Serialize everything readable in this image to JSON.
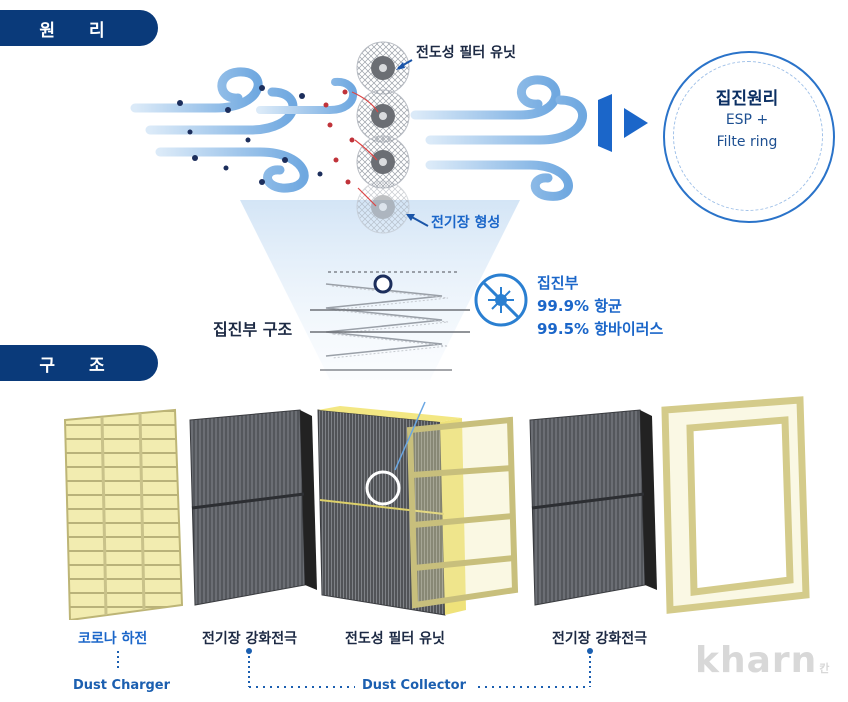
{
  "sections": {
    "principle": "원 리",
    "structure": "구 조"
  },
  "principle": {
    "unit_label": "전도성 필터 유닛",
    "field_label": "전기장 형성",
    "collector_structure_label": "집진부 구조",
    "badge": {
      "title": "집진원리",
      "line1": "ESP +",
      "line2": "Filte ring"
    },
    "collector_stats": {
      "title": "집진부",
      "stat1": "99.9% 항균",
      "stat2": "99.5% 항바이러스"
    }
  },
  "structure": {
    "components": [
      {
        "label": "코로나 하전"
      },
      {
        "label": "전기장 강화전극"
      },
      {
        "label": "전도성 필터 유닛"
      },
      {
        "label": "전기장 강화전극"
      }
    ],
    "group_charger": "Dust Charger",
    "group_collector": "Dust Collector"
  },
  "watermark": "kharn",
  "watermark_small": "칸",
  "colors": {
    "navy": "#0a3a7a",
    "accent_blue": "#1b66c9",
    "wind_blue": "#7fb4e6",
    "frame_yellow": "#f2ecb0",
    "filter_gray": "#5e6066"
  }
}
